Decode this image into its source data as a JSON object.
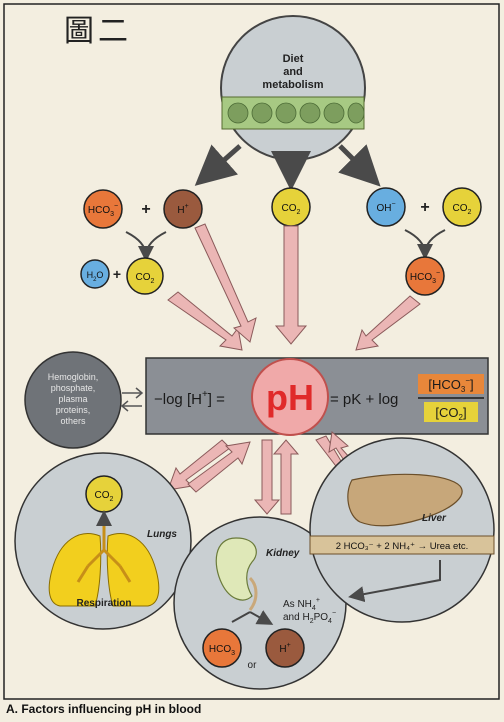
{
  "header": {
    "corner_label": "圖二"
  },
  "caption": "A. Factors influencing pH in blood",
  "top_circle": {
    "line1": "Diet",
    "line2": "and",
    "line3": "metabolism"
  },
  "left_chain": {
    "bicarbonate": "HCO",
    "bicarbonate_sub": "3",
    "bicarbonate_sup": "−",
    "plus": "+",
    "proton": "H",
    "proton_sup": "+",
    "water": "H",
    "water_sub": "2",
    "water_o": "O",
    "plus2": "+",
    "co2": "CO",
    "co2_sub": "2"
  },
  "middle_chain": {
    "co2": "CO",
    "co2_sub": "2"
  },
  "right_chain": {
    "hydroxide": "OH",
    "hydroxide_sup": "−",
    "plus": "+",
    "co2": "CO",
    "co2_sub": "2",
    "bicarbonate": "HCO",
    "bicarbonate_sub": "3",
    "bicarbonate_sup": "−"
  },
  "buffers": {
    "line1": "Hemoglobin,",
    "line2": "phosphate,",
    "line3": "plasma",
    "line4": "proteins,",
    "line5": "others"
  },
  "equation": {
    "left": "−log [H",
    "left_sup": "+",
    "left_close": "] =",
    "ph": "pH",
    "mid": "= pK + log",
    "num": "[HCO",
    "num_sub": "3",
    "num_sup": "−",
    "num_close": "]",
    "den": "[CO",
    "den_sub": "2",
    "den_close": "]"
  },
  "lungs": {
    "label": "Lungs",
    "co2": "CO",
    "co2_sub": "2",
    "caption": "Respiration"
  },
  "kidney": {
    "label": "Kidney",
    "as_text": "As NH",
    "as_sub": "4",
    "as_sup": "+",
    "and_text": "and H",
    "and_sub": "2",
    "and_mid": "PO",
    "and_sub2": "4",
    "and_sup": "−",
    "hco3": "HCO",
    "hco3_sub": "3",
    "or": "or",
    "proton": "H",
    "proton_sup": "+"
  },
  "liver": {
    "label": "Liver",
    "reaction": "2 HCO₃⁻ + 2 NH₄⁺ → Urea etc."
  },
  "colors": {
    "orange": "#e8773a",
    "brown": "#9a5a3e",
    "yellow": "#e6d23a",
    "blue": "#68aee0",
    "pink_arrow": "#ebb6b5",
    "grey_bar": "#8b8f95",
    "dark_circle": "#6f7378",
    "lung_yellow": "#f2cf1e",
    "liver": "#c7a77a",
    "kidney": "#dfe8b8"
  }
}
